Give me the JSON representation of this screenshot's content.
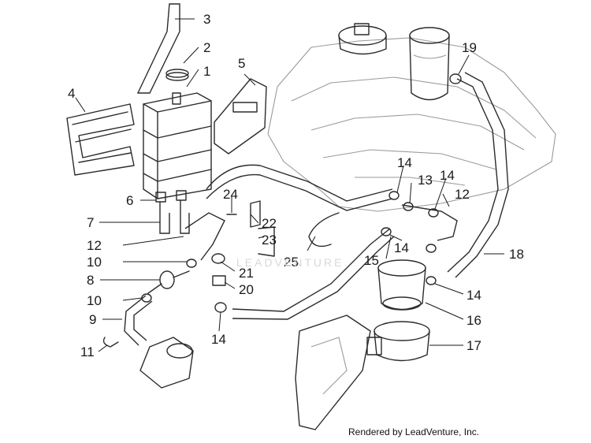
{
  "diagram": {
    "callouts": [
      "1",
      "2",
      "3",
      "4",
      "5",
      "6",
      "7",
      "8",
      "9",
      "10",
      "10",
      "11",
      "12",
      "12",
      "13",
      "14",
      "14",
      "14",
      "14",
      "14",
      "15",
      "16",
      "17",
      "18",
      "19",
      "20",
      "21",
      "22",
      "23",
      "24",
      "25"
    ],
    "watermark": "LEADVENTURE",
    "credit": "Rendered by LeadVenture, Inc."
  }
}
